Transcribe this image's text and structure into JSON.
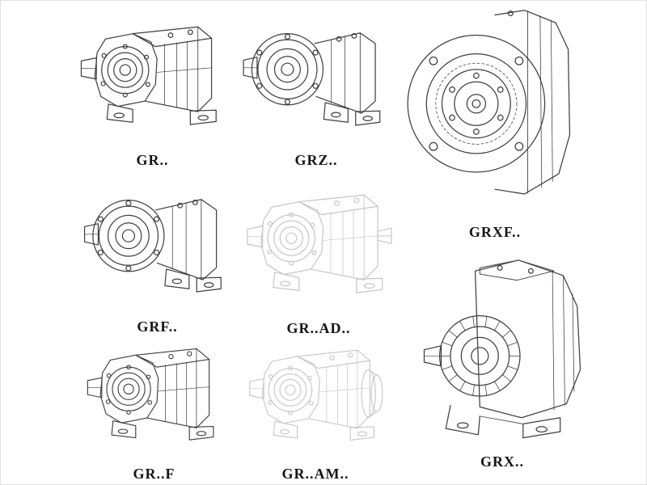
{
  "page": {
    "colors": {
      "background": "#ffffff",
      "line": "#3f3f3f",
      "faded_line": "#c6c6c6",
      "label": "#151515"
    }
  },
  "models": [
    {
      "label": "GR..",
      "style": "solid"
    },
    {
      "label": "GRZ..",
      "style": "solid"
    },
    {
      "label": "GRXF..",
      "style": "solid"
    },
    {
      "label": "GRF..",
      "style": "solid"
    },
    {
      "label": "GR..AD..",
      "style": "faded"
    },
    {
      "label": "GR..F",
      "style": "solid"
    },
    {
      "label": "GR..AM..",
      "style": "faded"
    },
    {
      "label": "GRX..",
      "style": "solid"
    }
  ]
}
